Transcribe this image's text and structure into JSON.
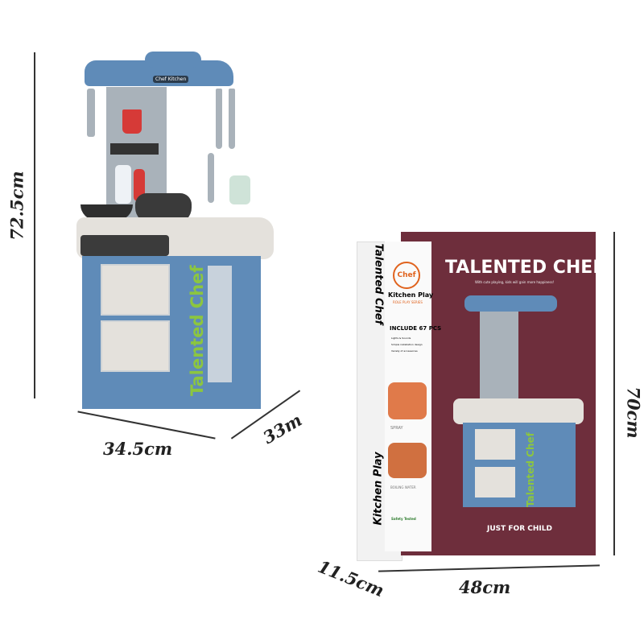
{
  "dimensions": {
    "toy_height": "72.5cm",
    "toy_width": "34.5cm",
    "toy_depth": "33m",
    "box_depth": "11.5cm",
    "box_width": "48cm",
    "box_height": "70cm"
  },
  "toy": {
    "brand_label": "Talented Chef",
    "hood_label": "Chef Kitchen"
  },
  "box": {
    "title": "TALENTED CHEF",
    "subtitle": "With cute playing, kids will gain more happiness!",
    "logo": "Chef",
    "brand": "Kitchen Play",
    "series": "ROLE PLAY SERIES",
    "spine_title": "Talented Chef",
    "spine_brand": "Kitchen Play",
    "pieces": "INCLUDE 67 PCS",
    "features": [
      "Lights & Sounds",
      "Simple installation design",
      "Variety of accessories"
    ],
    "spray_label": "SPRAY",
    "boiling_label": "BOILING WATER",
    "safety": "Safety Tested",
    "tagline": "JUST FOR CHILD",
    "toy_label": "Talented Chef"
  },
  "colors": {
    "box_maroon": "#6e2e3c",
    "toy_blue": "#5f8bb8",
    "logo_orange": "#e0631e",
    "label_green": "#8cc63f"
  }
}
